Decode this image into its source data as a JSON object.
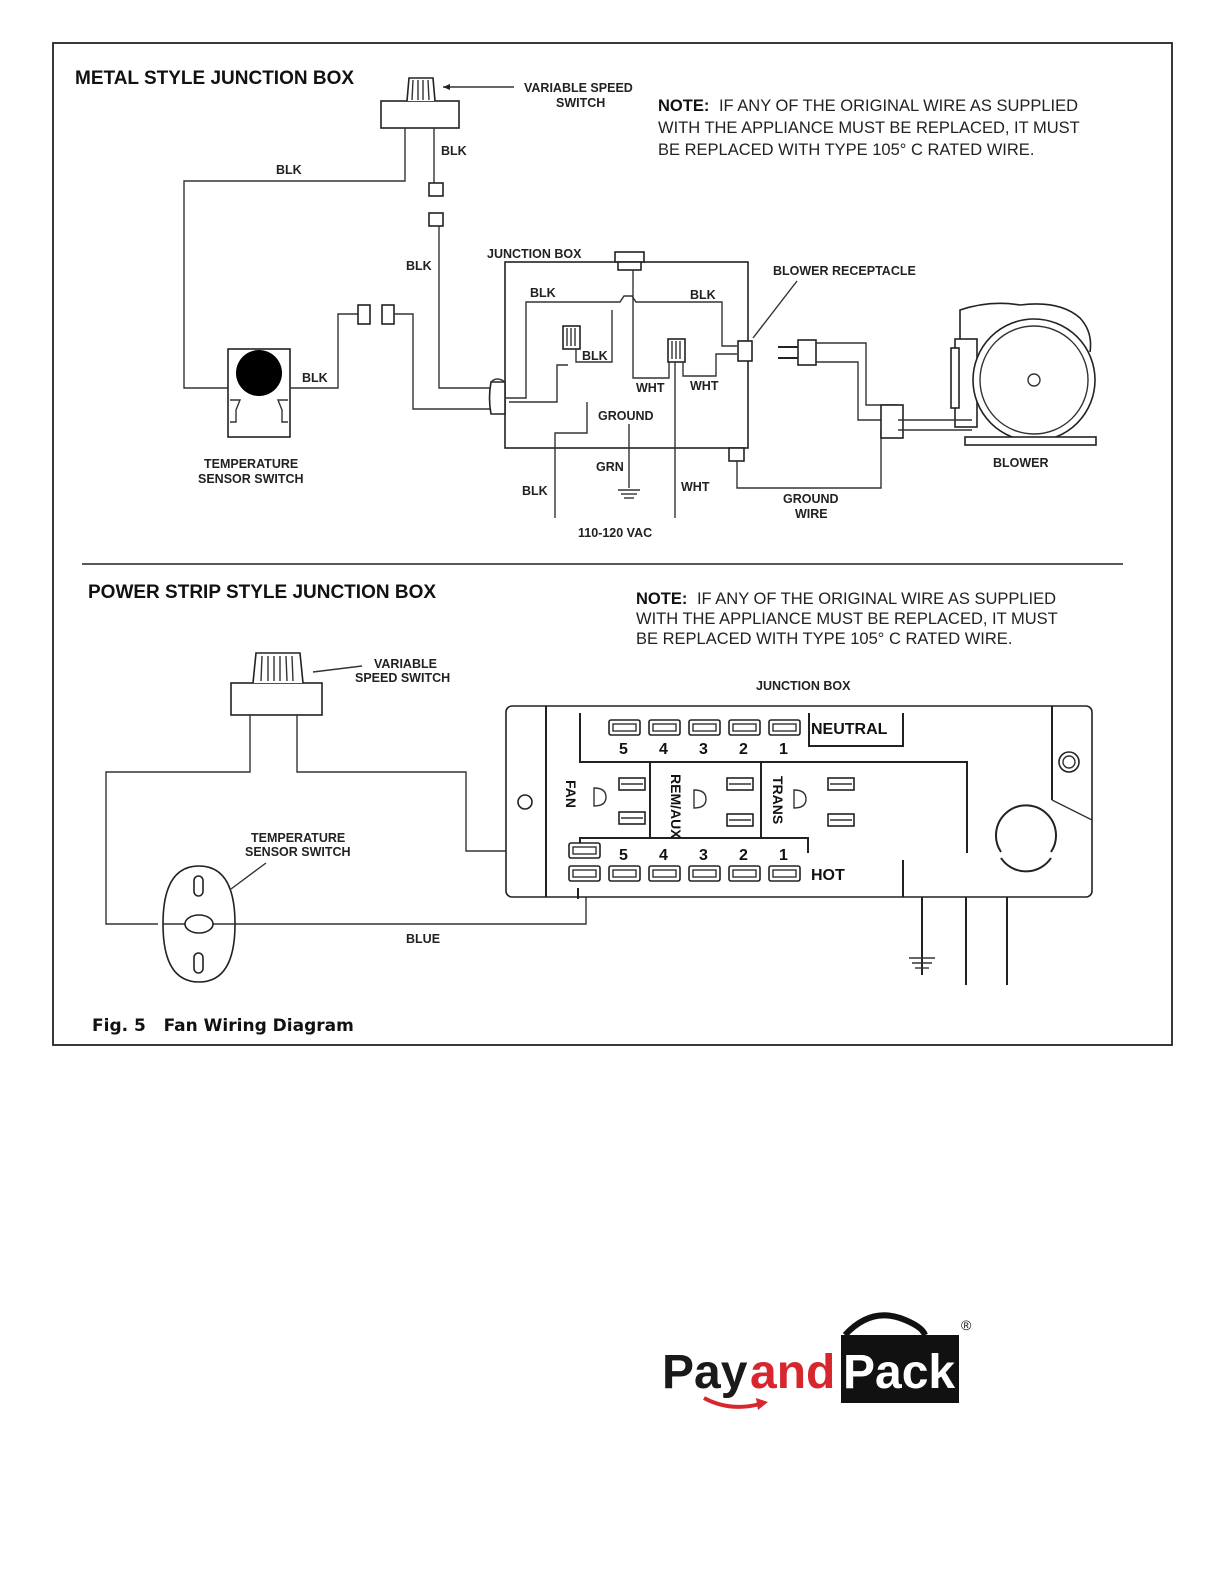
{
  "top_section": {
    "title": "METAL STYLE JUNCTION BOX",
    "note_bold": "NOTE:",
    "note_line1": "IF ANY OF THE ORIGINAL WIRE AS SUPPLIED",
    "note_line2": "WITH THE APPLIANCE MUST BE REPLACED, IT MUST",
    "note_line3": "BE REPLACED WITH TYPE 105° C RATED WIRE.",
    "variable_speed_switch_line1": "VARIABLE SPEED",
    "variable_speed_switch_line2": "SWITCH",
    "junction_box": "JUNCTION BOX",
    "blower_receptacle": "BLOWER  RECEPTACLE",
    "blk": "BLK",
    "wht": "WHT",
    "grn": "GRN",
    "ground": "GROUND",
    "temp_sensor_line1": "TEMPERATURE",
    "temp_sensor_line2": "SENSOR SWITCH",
    "blower": "BLOWER",
    "ground_wire_line1": "GROUND",
    "ground_wire_line2": "WIRE",
    "voltage": "110-120 VAC"
  },
  "bottom_section": {
    "title": "POWER STRIP STYLE JUNCTION BOX",
    "note_bold": "NOTE:",
    "note_line1": "IF ANY OF THE ORIGINAL WIRE AS SUPPLIED",
    "note_line2": "WITH THE APPLIANCE MUST BE REPLACED, IT MUST",
    "note_line3": "BE REPLACED WITH TYPE 105° C RATED WIRE.",
    "variable_line1": "VARIABLE",
    "variable_line2": "SPEED SWITCH",
    "temp_sensor_line1": "TEMPERATURE",
    "temp_sensor_line2": "SENSOR SWITCH",
    "junction_box": "JUNCTION BOX",
    "neutral": "NEUTRAL",
    "hot": "HOT",
    "fan": "FAN",
    "rem_aux": "REM/AUX",
    "trans": "TRANS",
    "blue": "BLUE",
    "terminal_numbers": [
      "5",
      "4",
      "3",
      "2",
      "1"
    ]
  },
  "caption": "Fig. 5   Fan Wiring Diagram",
  "logo": {
    "part_pay": "Pay",
    "part_and": "and",
    "part_pack": "Pack",
    "registered": "®"
  }
}
